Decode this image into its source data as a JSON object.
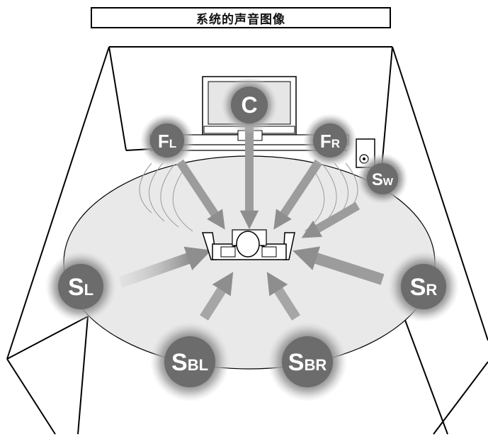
{
  "title": "系统的声音图像",
  "speakers": [
    {
      "id": "c",
      "main": "C",
      "sub": "",
      "big": true
    },
    {
      "id": "fl",
      "main": "F",
      "sub": "L",
      "big": false
    },
    {
      "id": "fr",
      "main": "F",
      "sub": "R",
      "big": false
    },
    {
      "id": "sw",
      "main": "S",
      "sub": "W",
      "big": false
    },
    {
      "id": "sl",
      "main": "S",
      "sub": "L",
      "big": true
    },
    {
      "id": "sr",
      "main": "S",
      "sub": "R",
      "big": true
    },
    {
      "id": "sbl",
      "main": "S",
      "sub": "BL",
      "big": true
    },
    {
      "id": "sbr",
      "main": "S",
      "sub": "BR",
      "big": true
    }
  ],
  "colors": {
    "floor": "#e9e9e9",
    "speaker_fill": "#6f6f6f",
    "speaker_glow": "#9a9a9a",
    "arrow": "#9c9c9c",
    "room_line": "#000000"
  }
}
